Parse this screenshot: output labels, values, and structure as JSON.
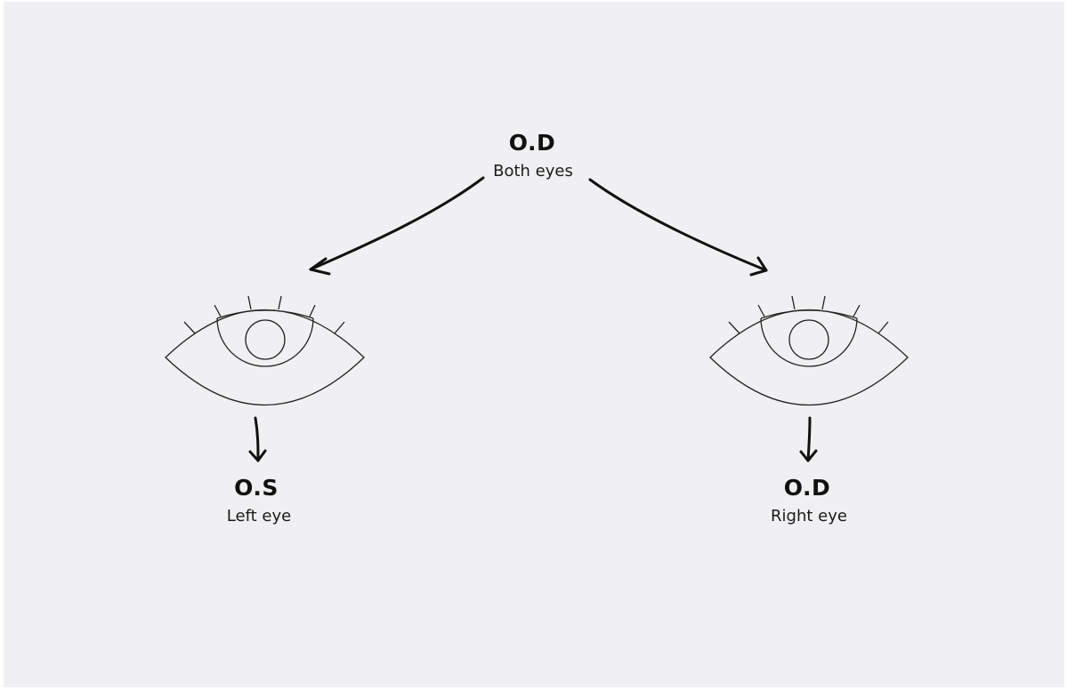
{
  "top_node": {
    "code": "O.D",
    "description": "Both eyes"
  },
  "left_node": {
    "code": "O.S",
    "description": "Left eye"
  },
  "right_node": {
    "code": "O.D",
    "description": "Right eye"
  },
  "colors": {
    "background": "#f0f0f2",
    "stroke": "#111111",
    "text": "#111111"
  }
}
